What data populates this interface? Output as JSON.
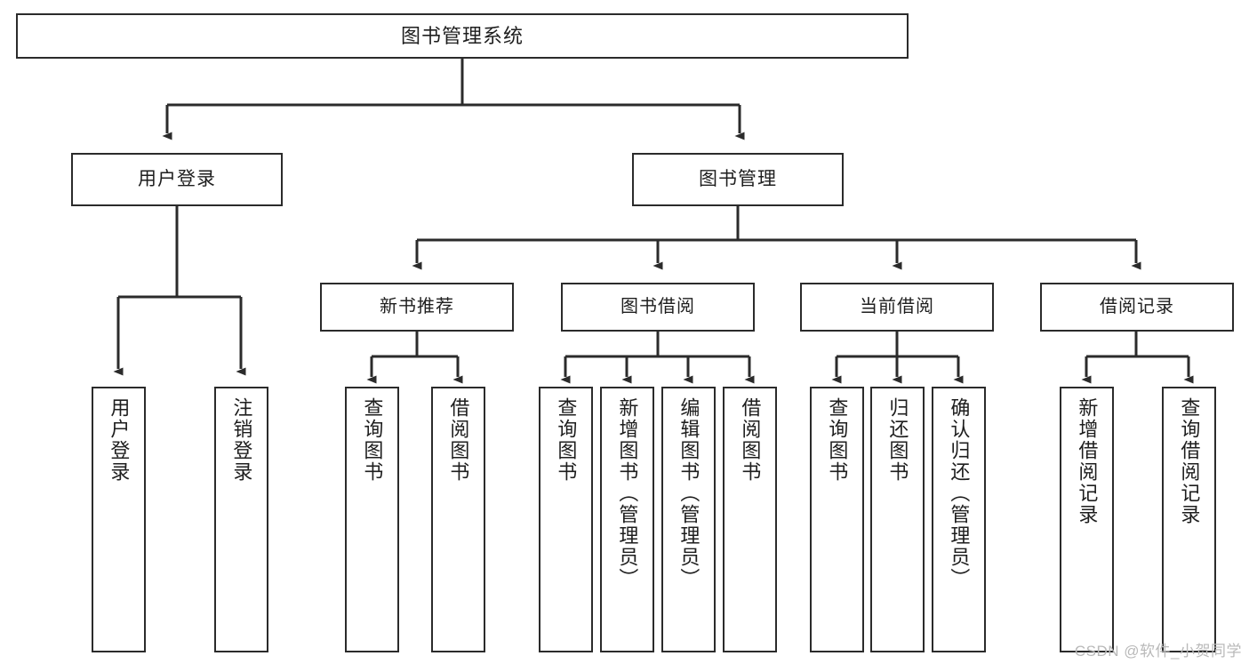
{
  "diagram": {
    "title": "图书管理系统",
    "type": "tree-hierarchy-chart",
    "colors": {
      "background": "#ffffff",
      "box_border": "#2b2b2b",
      "box_fill": "#ffffff",
      "connector": "#2b2b2b",
      "text": "#1e1e1e",
      "watermark": "#b9b9b9"
    },
    "root": {
      "label": "图书管理系统"
    },
    "level2": [
      {
        "label": "用户登录"
      },
      {
        "label": "图书管理"
      }
    ],
    "level3": [
      {
        "label": "新书推荐"
      },
      {
        "label": "图书借阅"
      },
      {
        "label": "当前借阅"
      },
      {
        "label": "借阅记录"
      }
    ],
    "leaves": {
      "user_login": [
        {
          "label": "用户登录"
        },
        {
          "label": "注销登录"
        }
      ],
      "new_book_recommend": [
        {
          "label": "查询图书"
        },
        {
          "label": "借阅图书"
        }
      ],
      "book_borrow": [
        {
          "label": "查询图书"
        },
        {
          "label": "新增图书（管理员）"
        },
        {
          "label": "编辑图书（管理员）"
        },
        {
          "label": "借阅图书"
        }
      ],
      "current_borrow": [
        {
          "label": "查询图书"
        },
        {
          "label": "归还图书"
        },
        {
          "label": "确认归还（管理员）"
        }
      ],
      "borrow_record": [
        {
          "label": "新增借阅记录"
        },
        {
          "label": "查询借阅记录"
        }
      ]
    },
    "watermark": "CSDN @软件_小贺同学"
  }
}
